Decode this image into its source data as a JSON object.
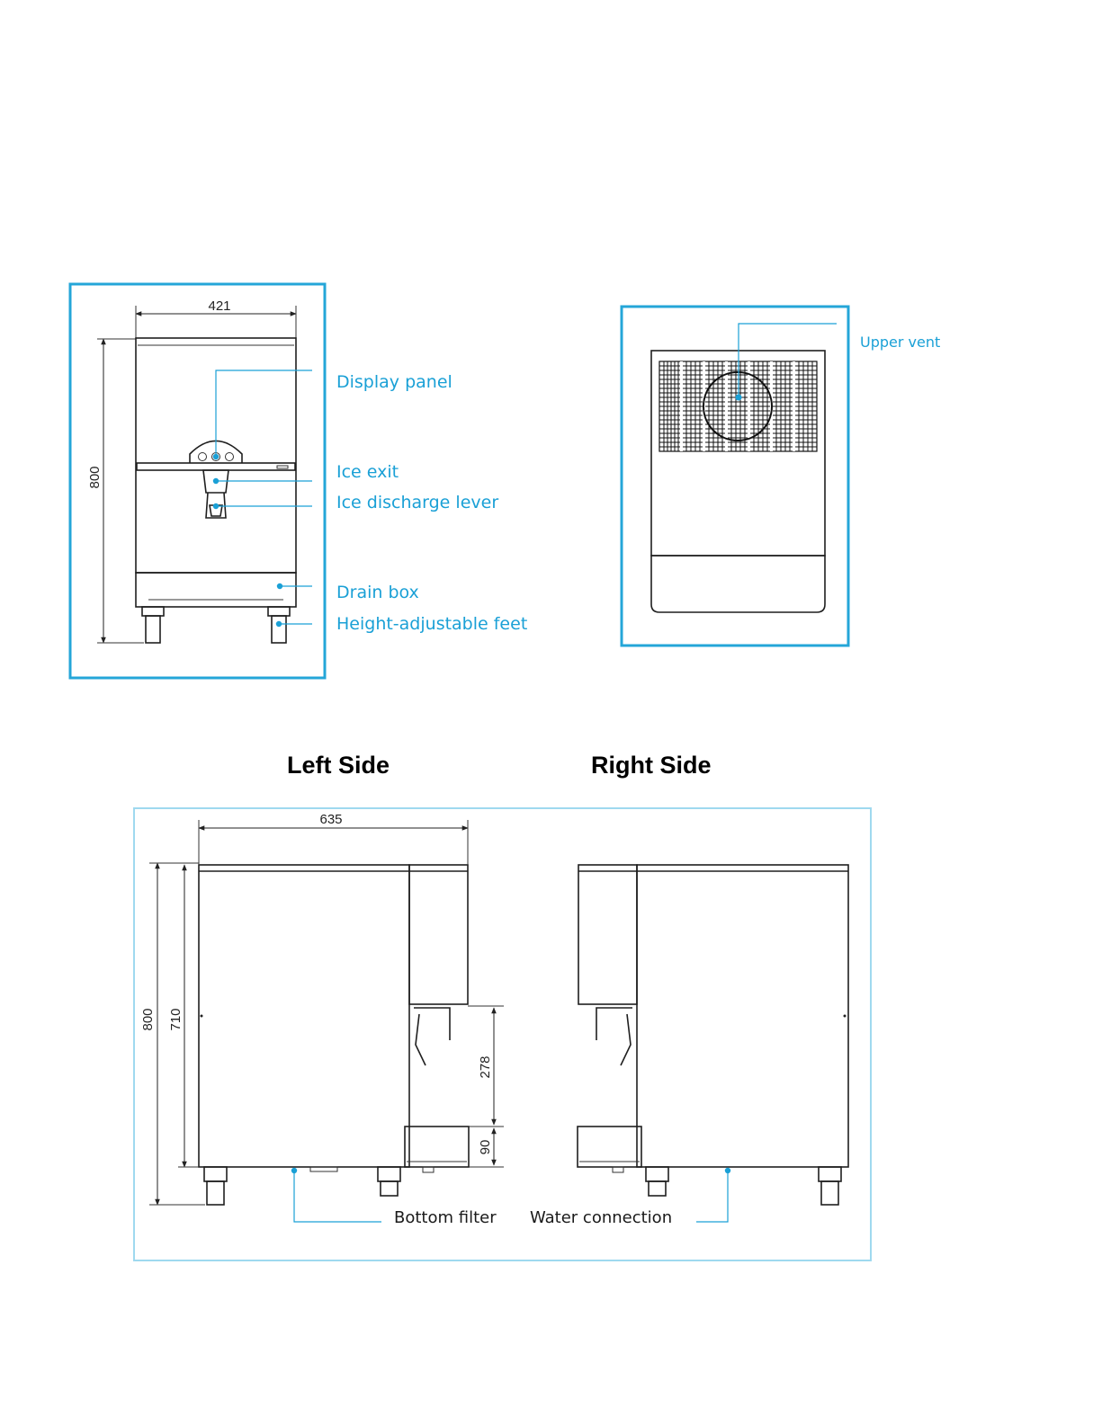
{
  "colors": {
    "accent": "#1aa0d6",
    "frame_front": "#24a6d8",
    "frame_sides": "#9fd9ef",
    "drawing": "#1f1f1f"
  },
  "front_view": {
    "width_dim": "421",
    "height_dim": "800",
    "callouts": [
      "Display panel",
      "Ice exit",
      "Ice discharge lever",
      "Drain box",
      "Height-adjustable feet"
    ]
  },
  "rear_view": {
    "callouts": [
      "Upper vent"
    ]
  },
  "side_views": {
    "left_heading": "Left Side",
    "right_heading": "Right Side",
    "depth_dim": "635",
    "total_height_dim": "800",
    "body_height_dim": "710",
    "dispense_height_dim": "278",
    "tray_height_dim": "90",
    "callouts": [
      "Bottom filter",
      "Water connection"
    ]
  }
}
